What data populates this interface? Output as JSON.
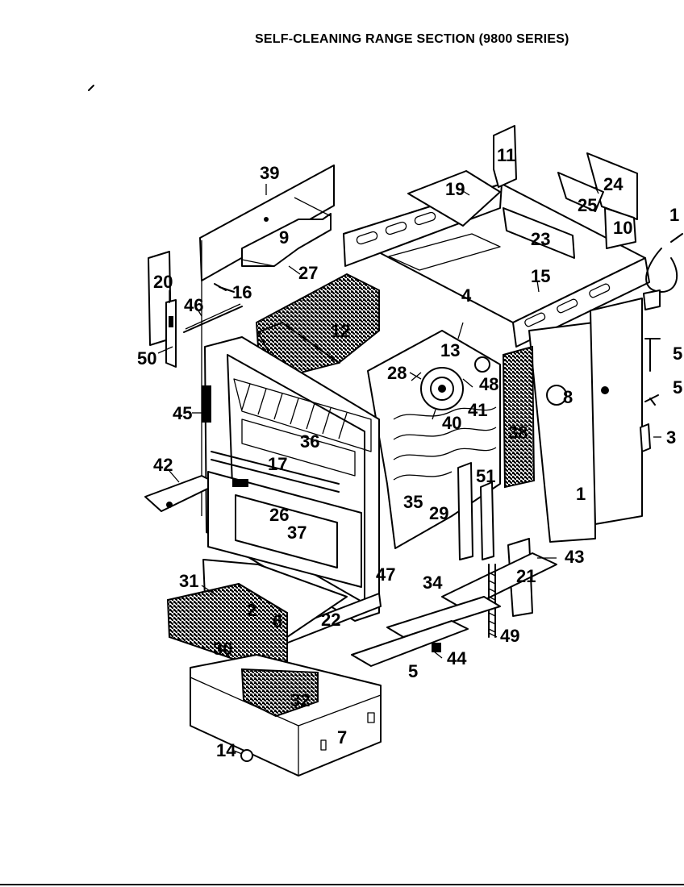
{
  "title": "SELF-CLEANING RANGE SECTION (9800 SERIES)",
  "callouts": [
    {
      "id": "c39",
      "text": "39"
    },
    {
      "id": "c9",
      "text": "9"
    },
    {
      "id": "c27",
      "text": "27"
    },
    {
      "id": "c20",
      "text": "20"
    },
    {
      "id": "c16",
      "text": "16"
    },
    {
      "id": "c46",
      "text": "46"
    },
    {
      "id": "c50",
      "text": "50"
    },
    {
      "id": "c12",
      "text": "12"
    },
    {
      "id": "c11",
      "text": "11"
    },
    {
      "id": "c19",
      "text": "19"
    },
    {
      "id": "c24",
      "text": "24"
    },
    {
      "id": "c25",
      "text": "25"
    },
    {
      "id": "c10",
      "text": "10"
    },
    {
      "id": "c23",
      "text": "23"
    },
    {
      "id": "c1a",
      "text": "1"
    },
    {
      "id": "c15a",
      "text": "15"
    },
    {
      "id": "c4",
      "text": "4"
    },
    {
      "id": "c13",
      "text": "13"
    },
    {
      "id": "c28",
      "text": "28"
    },
    {
      "id": "c48",
      "text": "48"
    },
    {
      "id": "c41",
      "text": "41"
    },
    {
      "id": "c40",
      "text": "40"
    },
    {
      "id": "c8",
      "text": "8"
    },
    {
      "id": "c38",
      "text": "38"
    },
    {
      "id": "c45",
      "text": "45"
    },
    {
      "id": "c36",
      "text": "36"
    },
    {
      "id": "c42",
      "text": "42"
    },
    {
      "id": "c17",
      "text": "17"
    },
    {
      "id": "c26",
      "text": "26"
    },
    {
      "id": "c37",
      "text": "37"
    },
    {
      "id": "c35",
      "text": "35"
    },
    {
      "id": "c29",
      "text": "29"
    },
    {
      "id": "c51",
      "text": "51"
    },
    {
      "id": "c1b",
      "text": "1"
    },
    {
      "id": "c47",
      "text": "47"
    },
    {
      "id": "c21",
      "text": "21"
    },
    {
      "id": "c43",
      "text": "43"
    },
    {
      "id": "c34",
      "text": "34"
    },
    {
      "id": "c49",
      "text": "49"
    },
    {
      "id": "c44",
      "text": "44"
    },
    {
      "id": "c5a",
      "text": "5"
    },
    {
      "id": "c31",
      "text": "31"
    },
    {
      "id": "c2",
      "text": "2"
    },
    {
      "id": "c6",
      "text": "6"
    },
    {
      "id": "c22",
      "text": "22"
    },
    {
      "id": "c30",
      "text": "30"
    },
    {
      "id": "c32",
      "text": "32"
    },
    {
      "id": "c7",
      "text": "7"
    },
    {
      "id": "c14",
      "text": "14"
    },
    {
      "id": "c5b",
      "text": "5"
    },
    {
      "id": "c5c",
      "text": "5"
    },
    {
      "id": "c3",
      "text": "3"
    }
  ]
}
